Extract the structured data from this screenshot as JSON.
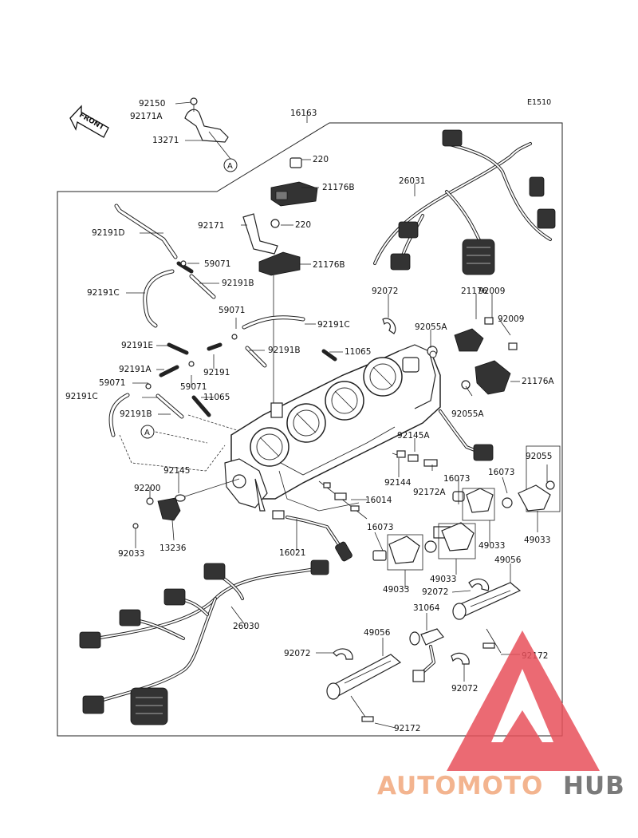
{
  "diagram": {
    "code": "E1510",
    "front_label": "FRONT",
    "ref_letter": "A",
    "watermark": {
      "part1": "AUTOMOTO",
      "part2": "HUB",
      "color1": "#f3b48f",
      "color2": "#7a7a7a",
      "logo_color": "#e8505b"
    }
  },
  "labels": [
    "92150",
    "92171A",
    "13271",
    "16163",
    "220",
    "21176B",
    "26031",
    "92191D",
    "92171",
    "220",
    "59071",
    "21176B",
    "92191B",
    "92191C",
    "59071",
    "92191C",
    "92072",
    "21176",
    "92009",
    "92055A",
    "92009",
    "92191E",
    "92191B",
    "11065",
    "92191A",
    "92191",
    "59071",
    "59071",
    "21176A",
    "92191C",
    "11065",
    "92191B",
    "92055A",
    "92145A",
    "92145",
    "92144",
    "92172A",
    "16073",
    "92055",
    "92200",
    "16014",
    "16073",
    "92033",
    "13236",
    "16073",
    "49033",
    "49033",
    "16021",
    "49033",
    "49033",
    "49056",
    "92072",
    "31064",
    "26030",
    "92072",
    "49056",
    "92172",
    "92072",
    "92172"
  ]
}
